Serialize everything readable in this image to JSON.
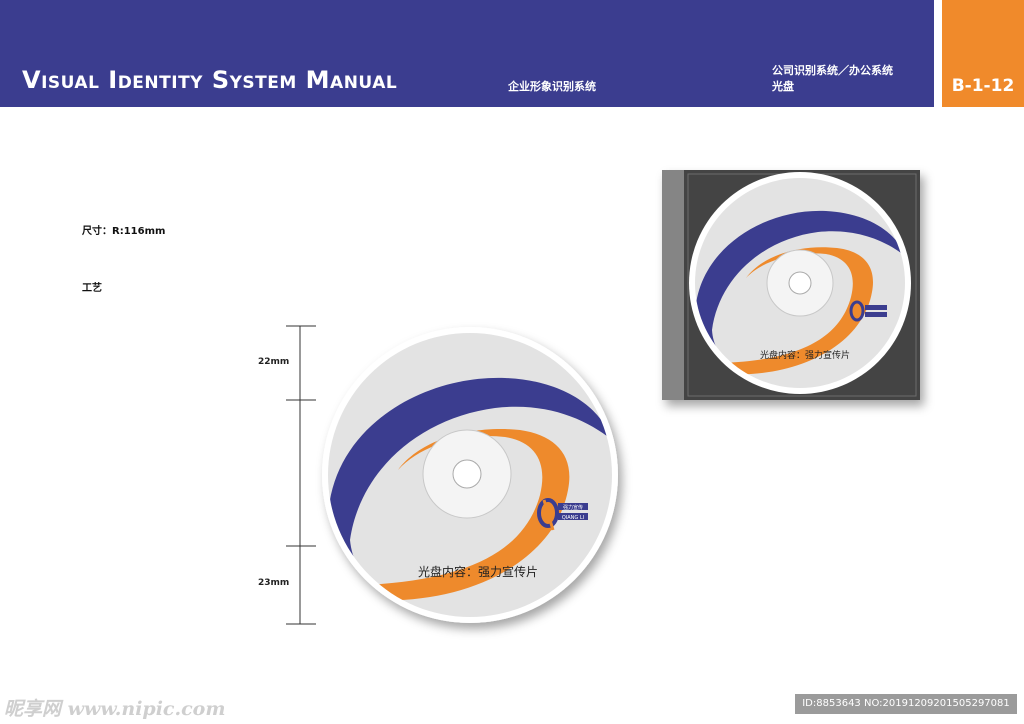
{
  "header": {
    "title": "Visual Identity System Manual",
    "subtitle": "企业形象识别系统",
    "section_line1": "公司识别系统／办公系统",
    "section_line2": "光盘",
    "page_code": "B-1-12",
    "colors": {
      "header_bg": "#3b3d8f",
      "tab_bg": "#f08a2b"
    }
  },
  "spec": {
    "size": "尺寸：R:116mm",
    "process": "工艺"
  },
  "dimensions": {
    "top": "22mm",
    "bottom": "23mm"
  },
  "disc": {
    "caption": "光盘内容：强力宣传片",
    "logo_text_top": "强力宣传",
    "logo_text_bottom": "QIANG LI",
    "colors": {
      "blue": "#3b3d8f",
      "orange": "#ee8a2c",
      "disc": "#e3e3e3"
    }
  },
  "watermark": {
    "left": "昵享网 www.nipic.com",
    "right": "ID:8853643 NO:20191209201505297081"
  }
}
